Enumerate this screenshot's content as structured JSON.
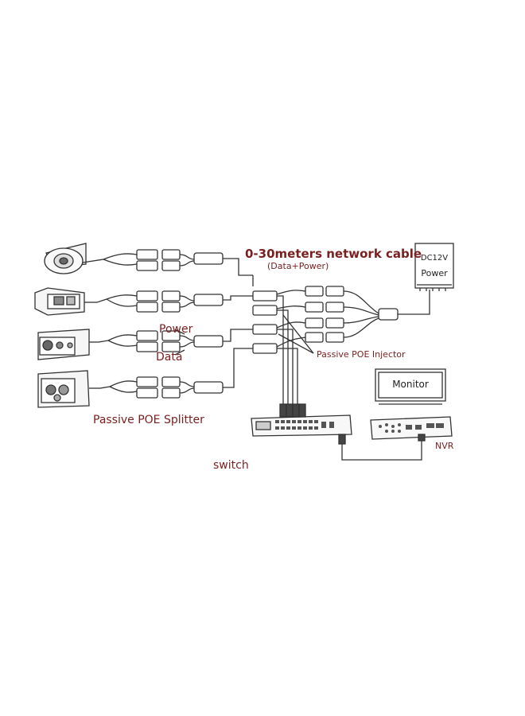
{
  "labels": {
    "cable_title": "0-30meters network cable",
    "cable_subtitle": "(Data+Power)",
    "power": "Power",
    "data": "Data",
    "splitter": "Passive POE Splitter",
    "injector": "Passive POE Injector",
    "switch": "switch",
    "monitor": "Monitor",
    "nvr": "NVR",
    "psu_voltage": "DC12V",
    "psu_power": "Power"
  },
  "colors": {
    "label_red": "#7a1f1f",
    "line": "#333333"
  },
  "icons": [
    "dome-camera-icon",
    "bullet-camera-icon",
    "box-camera-icon",
    "large-camera-icon",
    "switch-icon",
    "nvr-icon",
    "monitor-icon",
    "power-supply-icon"
  ]
}
